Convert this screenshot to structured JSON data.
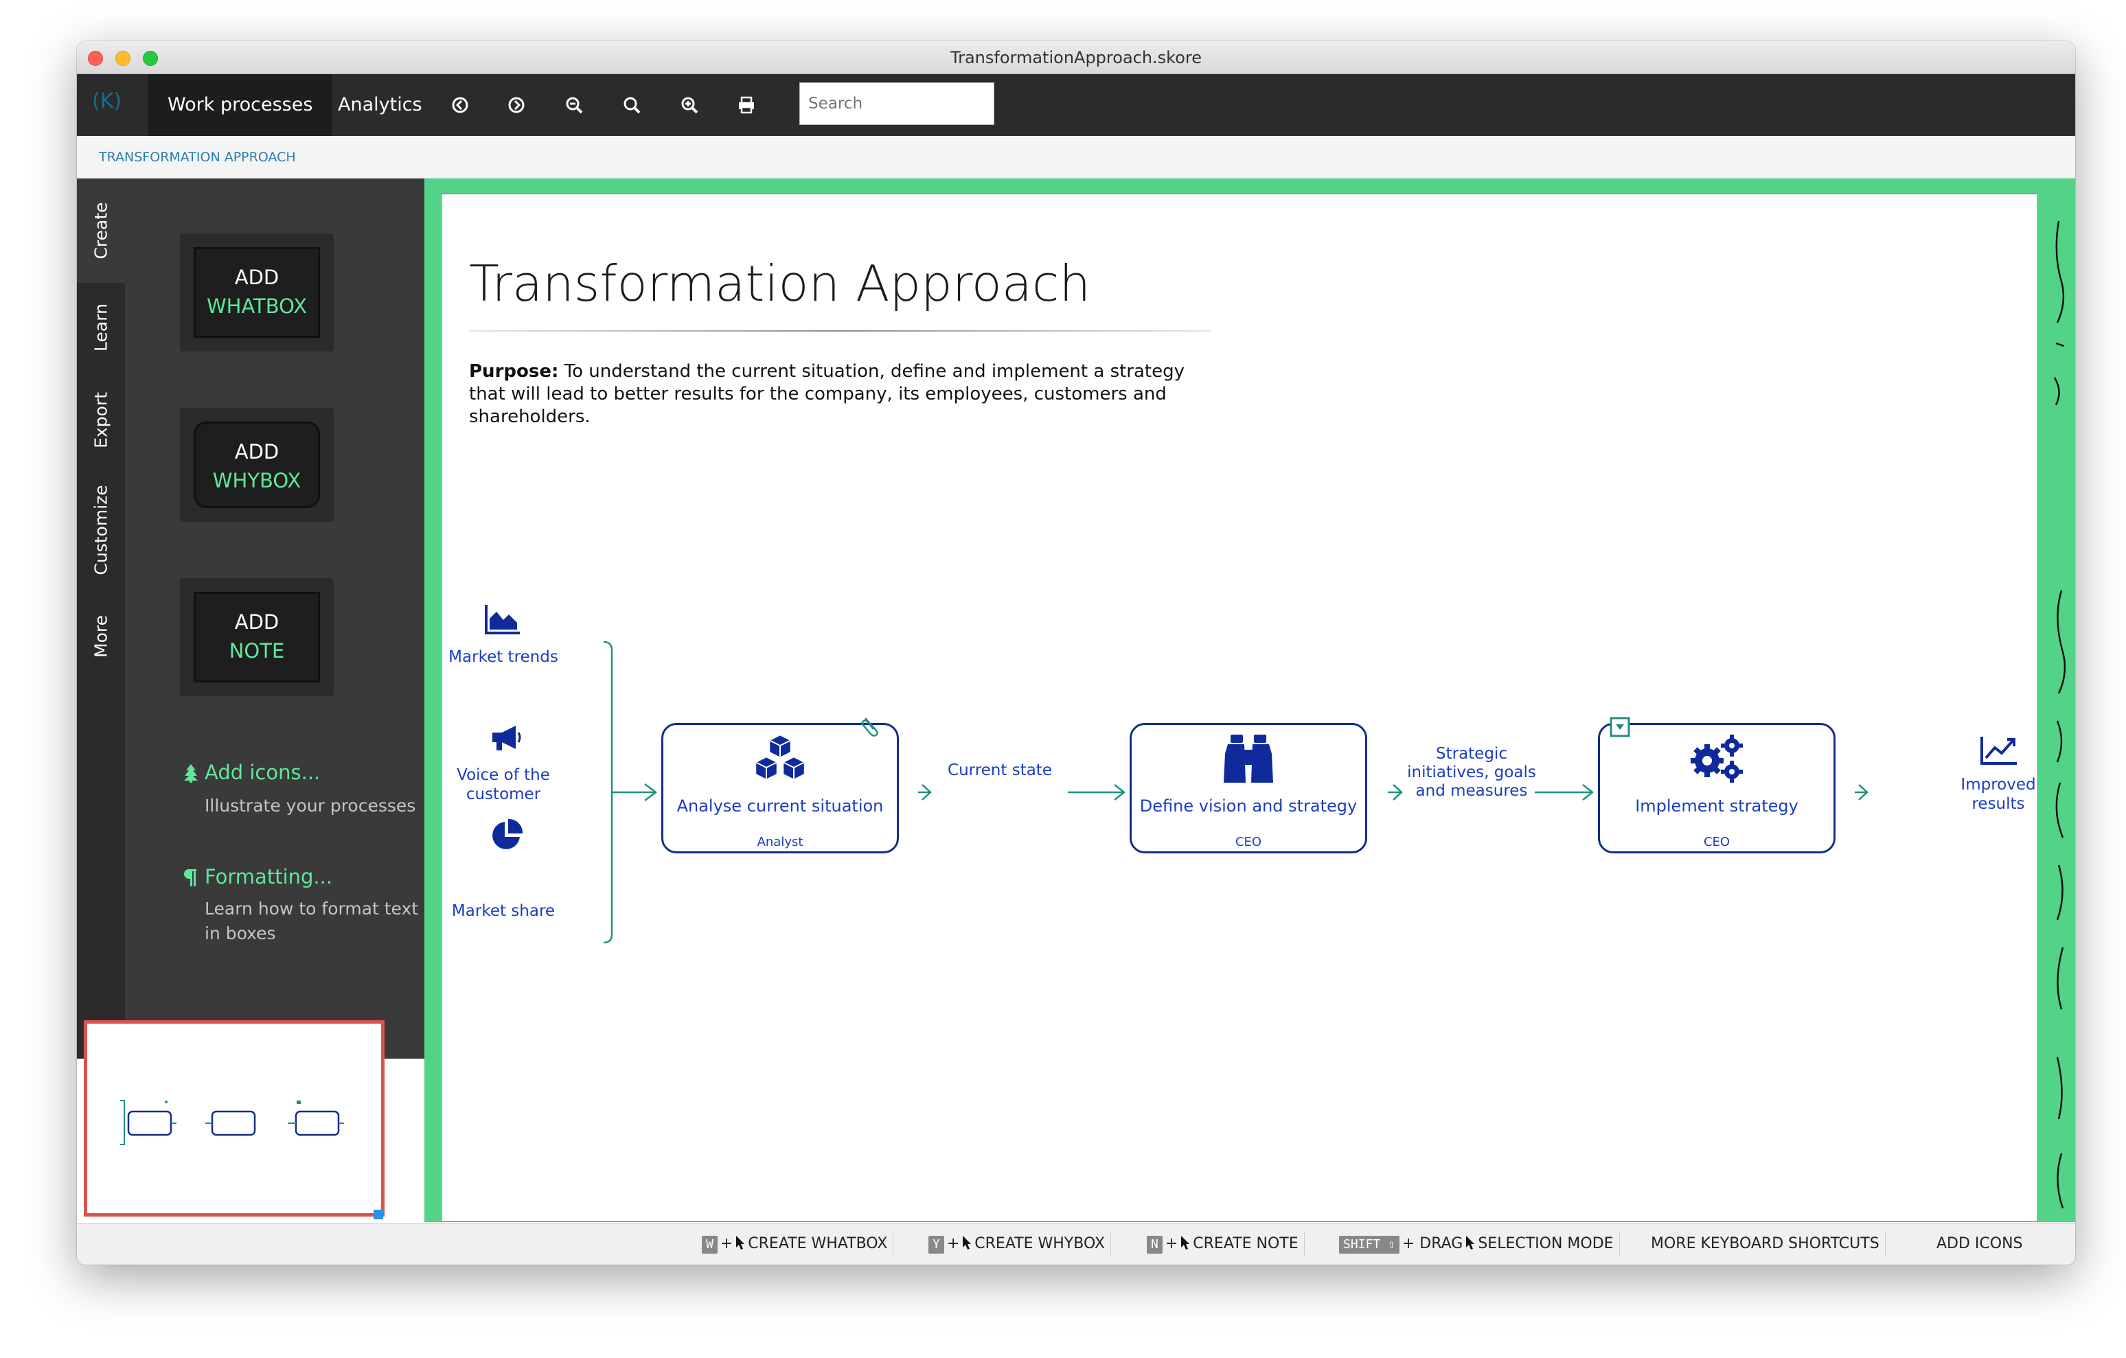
{
  "window": {
    "title": "TransformationApproach.skore"
  },
  "toolbar": {
    "logo": "(K)",
    "tabs": [
      {
        "label": "Work processes"
      },
      {
        "label": "Analytics"
      }
    ],
    "icons": [
      "back-icon",
      "forward-icon",
      "zoom-out-icon",
      "zoom-fit-icon",
      "zoom-in-icon",
      "print-icon"
    ],
    "search_placeholder": "Search"
  },
  "breadcrumb": "TRANSFORMATION APPROACH",
  "side_tabs": [
    "Create",
    "Learn",
    "Export",
    "Customize",
    "More"
  ],
  "panel": {
    "add_whatbox": {
      "line1": "ADD",
      "line2": "WHATBOX"
    },
    "add_whybox": {
      "line1": "ADD",
      "line2": "WHYBOX"
    },
    "add_note": {
      "line1": "ADD",
      "line2": "NOTE"
    },
    "tips": [
      {
        "title": "Add icons...",
        "desc": "Illustrate your processes"
      },
      {
        "title": "Formatting...",
        "desc": "Learn how to format text in boxes"
      }
    ]
  },
  "page": {
    "title": "Transformation Approach",
    "purpose_label": "Purpose:",
    "purpose_text": " To understand the current situation, define and implement a strategy that will lead to better results for the company, its employees, customers and shareholders."
  },
  "diagram": {
    "inputs": [
      {
        "label": "Market trends",
        "icon": "area-chart-icon"
      },
      {
        "label": "Voice of the customer",
        "icon": "megaphone-icon"
      },
      {
        "label": "Market share",
        "icon": "pie-chart-icon"
      }
    ],
    "boxes": [
      {
        "label": "Analyse current situation",
        "role": "Analyst",
        "icon": "cubes-icon"
      },
      {
        "label": "Define vision and strategy",
        "role": "CEO",
        "icon": "binoculars-icon"
      },
      {
        "label": "Implement strategy",
        "role": "CEO",
        "icon": "gears-icon"
      }
    ],
    "flows": [
      {
        "label": "Current state"
      },
      {
        "label": "Strategic initiatives, goals and measures"
      }
    ],
    "output": {
      "label": "Improved results",
      "icon": "line-chart-icon"
    }
  },
  "statusbar": {
    "shortcuts": [
      {
        "key": "W",
        "text": "CREATE WHATBOX"
      },
      {
        "key": "Y",
        "text": "CREATE WHYBOX"
      },
      {
        "key": "N",
        "text": "CREATE NOTE"
      },
      {
        "key": "SHIFT ⇧",
        "mid": "+ DRAG",
        "text": "SELECTION MODE"
      }
    ],
    "more": "MORE KEYBOARD SHORTCUTS",
    "add_icons": "ADD ICONS"
  },
  "colors": {
    "accent_green": "#52d388",
    "box_border": "#112e8a",
    "text_blue": "#1a3ec0",
    "arrow_teal": "#1f8f80"
  }
}
